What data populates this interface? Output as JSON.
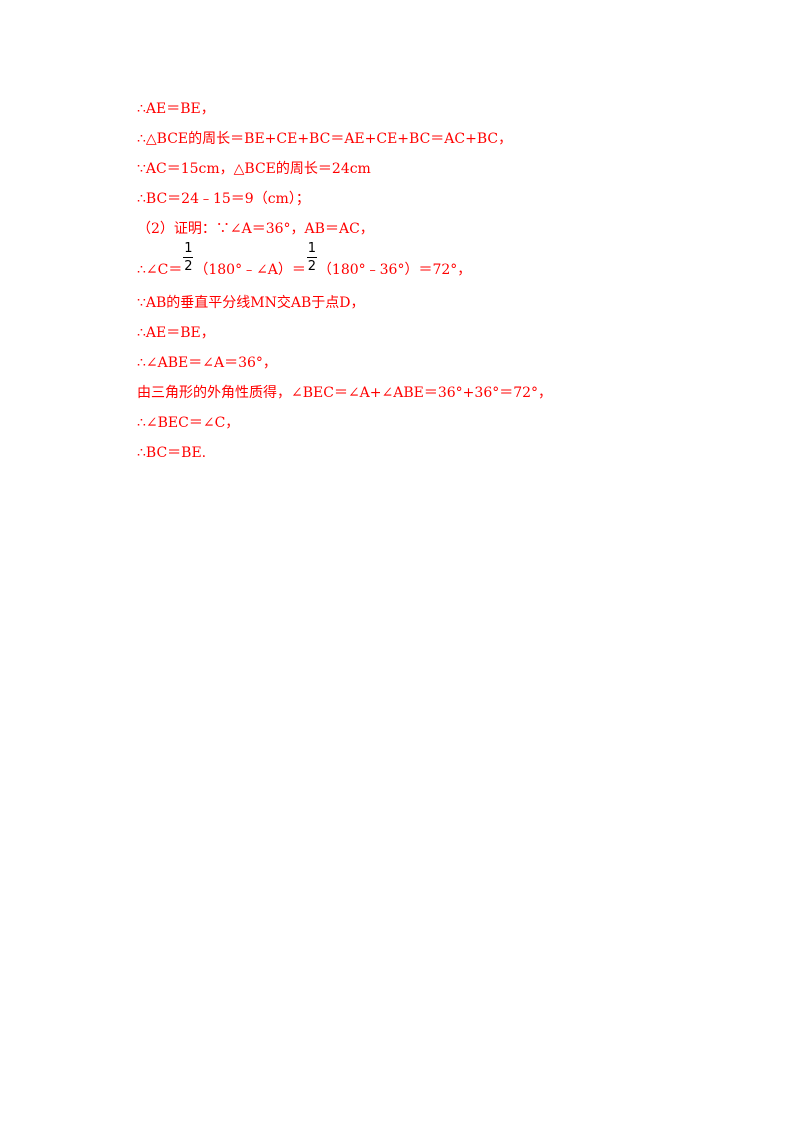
{
  "solution": {
    "lines": [
      "∴AE＝BE，",
      "∴△BCE的周长＝BE+CE+BC＝AE+CE+BC＝AC+BC，",
      "∵AC＝15cm，△BCE的周长＝24cm",
      "∴BC＝24﹣15＝9（cm）；",
      "（2）证明：∵∠A＝36°，AB＝AC，",
      {
        "part1": "∴∠C＝",
        "frac1_num": "1",
        "frac1_den": "2",
        "part2": "（180°﹣∠A）＝",
        "frac2_num": "1",
        "frac2_den": "2",
        "part3": "（180°﹣36°）＝72°，"
      },
      "∵AB的垂直平分线MN交AB于点D，",
      "∴AE＝BE，",
      "∴∠ABE＝∠A＝36°，",
      "由三角形的外角性质得，∠BEC＝∠A+∠ABE＝36°+36°＝72°，",
      "∴∠BEC＝∠C，",
      "∴BC＝BE."
    ]
  },
  "colors": {
    "text": "#ff0000",
    "fraction": "#000000",
    "background": "#ffffff"
  }
}
